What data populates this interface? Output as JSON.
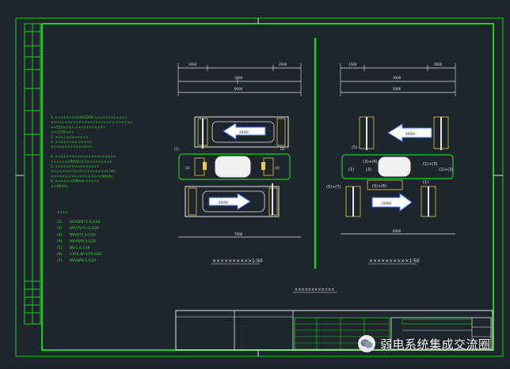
{
  "colors": {
    "background": "#1f252c",
    "frame_green": "#18d418",
    "line_white": "#e6e6e6",
    "accent_yellow": "#e6c84a",
    "text_green": "#36e336",
    "label_blue": "#3c6cff"
  },
  "left_view": {
    "dims_top": [
      "1500",
      "3500",
      "5000",
      "6000"
    ],
    "dim_bottom": "7000",
    "caption": "××××××××××1:50",
    "arrow_top_label": "ARRW",
    "arrow_bottom_label": "ARRW",
    "center_label": "",
    "side_tags": [
      "(1)",
      "(2)",
      "(3)",
      "(4)"
    ]
  },
  "right_view": {
    "dims_top": [
      "1500",
      "2600",
      "3000",
      "5000"
    ],
    "dim_bottom": "6000",
    "caption": "××××××××××1:50",
    "arrow_top_label": "ARRW",
    "arrow_bottom_label": "ARRW",
    "tags": [
      "(5)",
      "(3)+(4)",
      "(1)",
      "(3)",
      "(1)",
      "(1)+(3)",
      "(2)+(3)",
      "(5)+(7)",
      "(5)+(6)",
      "(1)"
    ]
  },
  "notes": {
    "lines": [
      "1. ×××××××××AC220V,××××××××××××",
      "×××××××××××××××××××××××,××××××",
      "××12V××××,×××××××××××",
      "×××12V×××",
      "2. ××××××××××××",
      "3. ××××××××,×××××",
      "×××××××××××××××",
      "",
      "4. ××××××××××××××××××××××",
      "×××××××RVV2×1.5×××××××××",
      "5. ××××××××××××××××",
      "××××××××××××××××××××1.5m,",
      "××××××,××××××××××××50mm,",
      "6. ××××××200mm,×××××",
      "××20mm。"
    ],
    "legend_title": "××××",
    "legend": [
      {
        "key": "(1)",
        "text": "RVVSP2*1.0,G20"
      },
      {
        "key": "(2)",
        "text": "SYV75-5+5,G20"
      },
      {
        "key": "(3)",
        "text": "RVV2*1.5,G20"
      },
      {
        "key": "(4)",
        "text": "RVVSP0.5,G20"
      },
      {
        "key": "(5)",
        "text": "BV-1.5,G16"
      },
      {
        "key": "(6)",
        "text": "CAT6 4P UTP,G20"
      },
      {
        "key": "(7)",
        "text": "RVVSP0.5,G20"
      }
    ]
  },
  "center_caption": "××××××××××××",
  "title_block": {
    "cells": [
      "",
      "",
      "",
      ""
    ]
  },
  "watermark": {
    "text": "弱电系统集成交流圈",
    "icon": "wechat-icon"
  }
}
